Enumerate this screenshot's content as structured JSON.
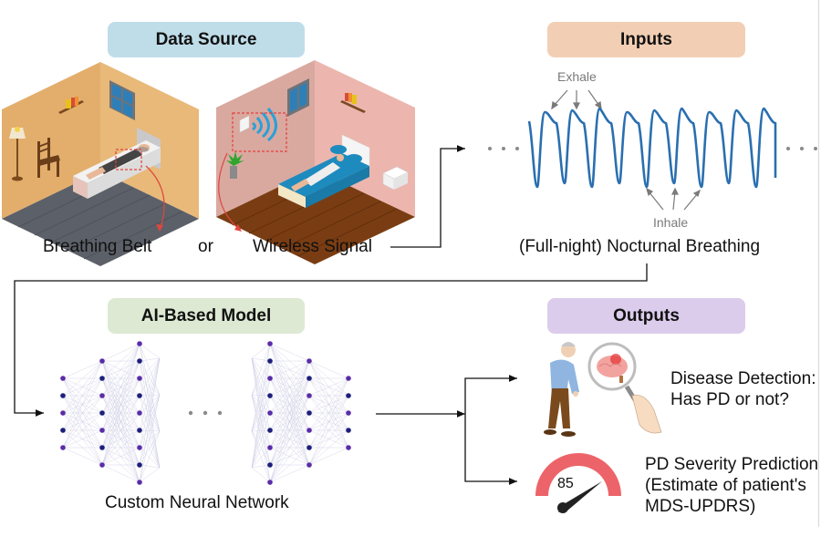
{
  "sections": {
    "data_source": {
      "title": "Data Source",
      "color": "#bfdde9"
    },
    "inputs": {
      "title": "Inputs",
      "color": "#f2cfb4"
    },
    "model": {
      "title": "AI-Based Model",
      "color": "#dde9d3"
    },
    "outputs": {
      "title": "Outputs",
      "color": "#dcccec"
    }
  },
  "data_source": {
    "option_a": "Breathing Belt",
    "connector": "or",
    "option_b": "Wireless Signal",
    "room_a_icon": "bedroom-breathing-belt-illustration",
    "room_b_icon": "bedroom-wireless-sensor-illustration"
  },
  "inputs": {
    "exhale_label": "Exhale",
    "inhale_label": "Inhale",
    "caption": "(Full-night) Nocturnal Breathing",
    "waveform_color": "#2a6fb0",
    "ellipsis": "• • •"
  },
  "model": {
    "caption": "Custom Neural Network",
    "ellipsis": "• • •",
    "node_colors": [
      "#5a2ca8",
      "#1c1f7a"
    ]
  },
  "outputs": {
    "detection_title": "Disease Detection:",
    "detection_subtitle": "Has PD or not?",
    "severity_title": "PD Severity Prediction",
    "severity_line2": "(Estimate of patient's",
    "severity_line3": "MDS-UPDRS)",
    "gauge_value": "85",
    "gauge_color": "#ec6469",
    "detection_icon": "patient-brain-magnifier-illustration",
    "severity_icon": "gauge-icon"
  }
}
